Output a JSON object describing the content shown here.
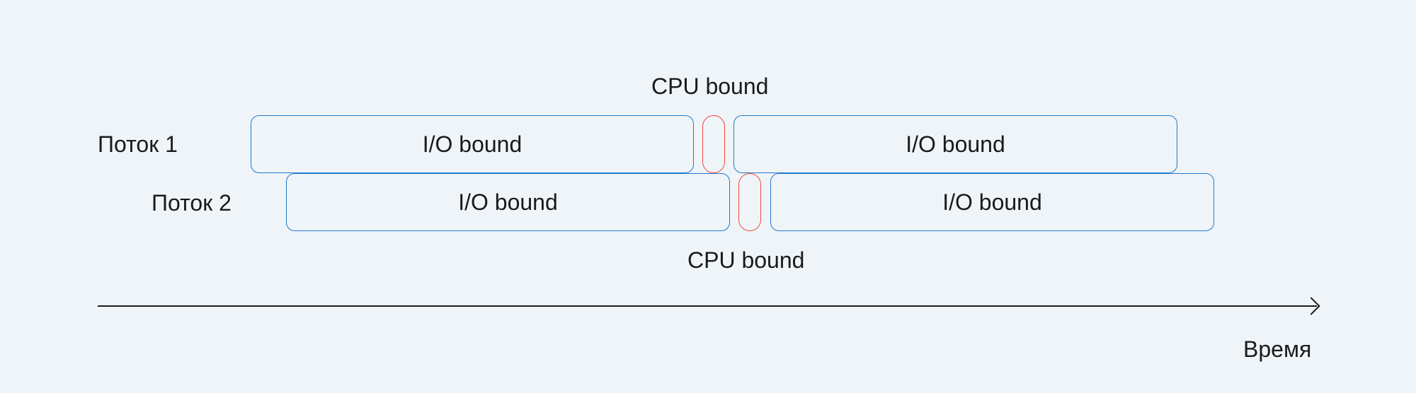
{
  "threads": [
    {
      "label": "Поток 1",
      "io_blocks": [
        "I/O bound",
        "I/O bound"
      ]
    },
    {
      "label": "Поток 2",
      "io_blocks": [
        "I/O bound",
        "I/O bound"
      ]
    }
  ],
  "cpu_labels": {
    "top": "CPU bound",
    "bottom": "CPU bound"
  },
  "axis": {
    "label": "Время"
  },
  "colors": {
    "io_border": "#1f78d1",
    "cpu_border": "#ef4a3a",
    "background": "#eff4f8",
    "text": "#1a1a1a"
  }
}
